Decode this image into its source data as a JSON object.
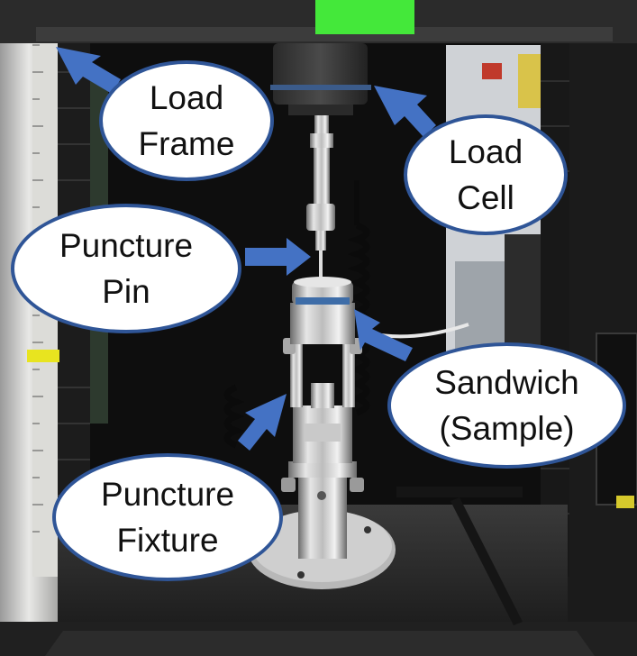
{
  "labels": {
    "load_frame": [
      "Load",
      "Frame"
    ],
    "load_cell": [
      "Load",
      "Cell"
    ],
    "puncture_pin": [
      "Puncture",
      "Pin"
    ],
    "sandwich_sample": [
      "Sandwich",
      "(Sample)"
    ],
    "puncture_fixture": [
      "Puncture",
      "Fixture"
    ]
  },
  "colors": {
    "callout_border": "#2f5597",
    "arrow_fill": "#4472c4",
    "callout_fill": "#ffffff",
    "tape_green": "#44e83a",
    "tape_yellow": "#e8e41f"
  }
}
